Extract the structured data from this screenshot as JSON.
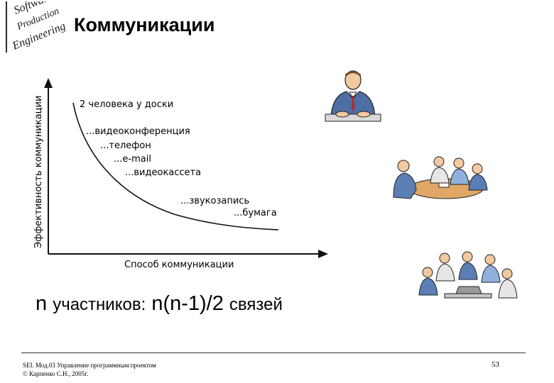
{
  "slide": {
    "title": "Коммуникации",
    "logo_text": [
      "Software",
      "Engineering"
    ],
    "formula": {
      "n1": "n",
      "word1": "участников:",
      "expr": "n(n-1)/2",
      "word2": "связей"
    },
    "footer": {
      "line1": "SEI. Мод.03 Управление программным проектом",
      "line2": "© Карпенко С.Н., 2005г.",
      "page": "53"
    },
    "clipart": [
      "person-at-desk",
      "meeting-at-table",
      "group-with-laptop"
    ]
  },
  "chart_data": {
    "type": "line",
    "xlabel": "Способ коммуникации",
    "ylabel": "Эффективность коммуникации",
    "labels": [
      "2 человека у доски",
      "...видеоконференция",
      "...телефон",
      "...e-mail",
      "...видеокассета",
      "...звукозапись",
      "...бумага"
    ],
    "grid": false,
    "legend": "none"
  },
  "colors": {
    "axis": "#111111",
    "curve": "#111111",
    "footer_rule": "#333333"
  }
}
